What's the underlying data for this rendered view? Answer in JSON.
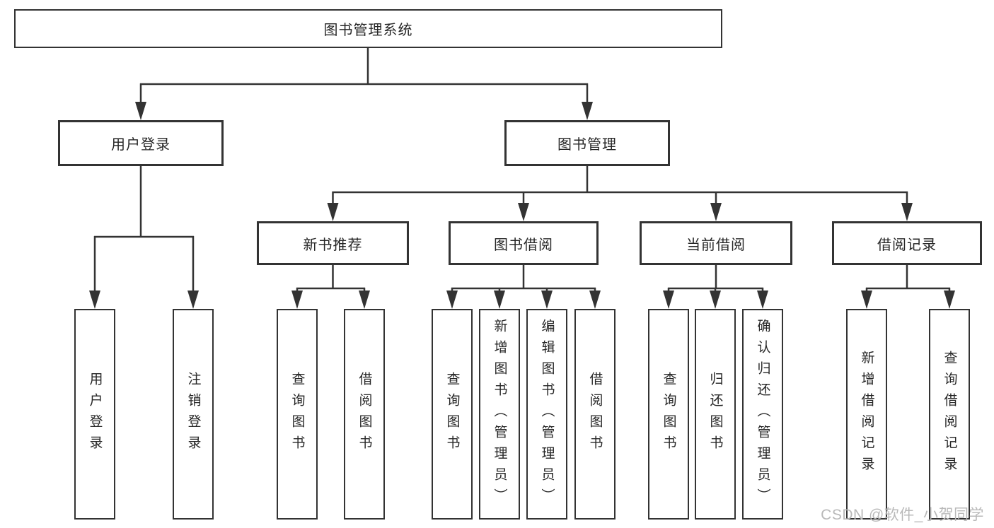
{
  "tree": {
    "root": {
      "label": "图书管理系统"
    },
    "branches": [
      {
        "label": "用户登录",
        "leaves": [
          "用户登录",
          "注销登录"
        ]
      },
      {
        "label": "图书管理",
        "groups": [
          {
            "label": "新书推荐",
            "leaves": [
              "查询图书",
              "借阅图书"
            ]
          },
          {
            "label": "图书借阅",
            "leaves": [
              "查询图书",
              "新增图书（管理员）",
              "编辑图书（管理员）",
              "借阅图书"
            ]
          },
          {
            "label": "当前借阅",
            "leaves": [
              "查询图书",
              "归还图书",
              "确认归还（管理员）"
            ]
          },
          {
            "label": "借阅记录",
            "leaves": [
              "新增借阅记录",
              "查询借阅记录"
            ]
          }
        ]
      }
    ]
  },
  "watermark": "CSDN @软件_小贺同学",
  "colors": {
    "line": "#333333",
    "box_border": "#333333",
    "text": "#262626",
    "background": "#ffffff",
    "watermark": "#b9b9b9"
  }
}
